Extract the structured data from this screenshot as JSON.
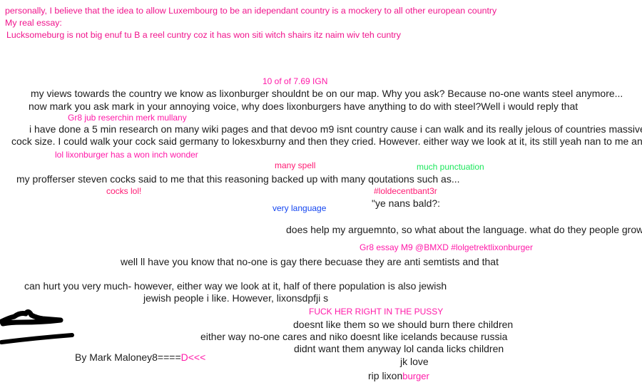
{
  "header_notes": [
    "personally, I believe that the idea to allow Luxembourg to be an idependant country is a mockery to all other european country",
    "My real essay:",
    "Lucksomeburg is not big enuf tu B a reel cuntry coz it has won siti witch shairs itz naim wiv teh cuntry"
  ],
  "essay_lines": [
    "my views towards the country we know as lixonburger shouldnt be on our map. Why you ask? Because no-one wants steel anymore...",
    "now mark you ask mark in your annoying voice, why does lixonburgers have anything to do with steel?Well i would reply that",
    "i have done a 5 min research on many wiki pages and that devoo m9 isnt country cause i can walk and its really jelous of countries massive",
    "cock size. I could walk your cock said germany to lokesxburny and then they cried. However. either way we look at it, its still yeah nan to me and",
    "my profferser steven cocks said to me that this reasoning backed up with many qoutations such as...",
    "\"ye nans bald?:",
    "does help my arguemnto, so what about the language. what do they people grow",
    "well ll have you know that no-one is gay there becuase they are anti semtists and that",
    "can hurt you very much- however, either way we look at it, half of there population is also jewish",
    "jewish people i like. However, lixonsdpfji s",
    "doesnt like them so we should burn there children",
    "either way no-one cares and niko doesnt like icelands because russia",
    "didnt want them anyway lol canda licks children",
    "jk love",
    "rip lixon",
    "By Mark Maloney8===="
  ],
  "annotations": {
    "score": "10 of of 7.69 IGN",
    "research": "Gr8 jub reserchin merk mullany",
    "inch": "lol lixonburger has a won inch wonder",
    "many_spell": "many spell",
    "punctuation": "much punctuation",
    "cocks": "cocks lol!",
    "bant": "#loldecentbant3r",
    "language": "very language",
    "gr8_essay": "Gr8 essay M9 @BMXD #lolgetrektlixonburger",
    "caps": "FUCK HER RIGHT IN THE PUSSY",
    "signature_tail": "D<<<",
    "burger": "burger"
  },
  "colors": {
    "text": "#1c1c1c",
    "pink": "#ff1aa8",
    "green": "#1ae65a",
    "blue": "#1446f0"
  }
}
